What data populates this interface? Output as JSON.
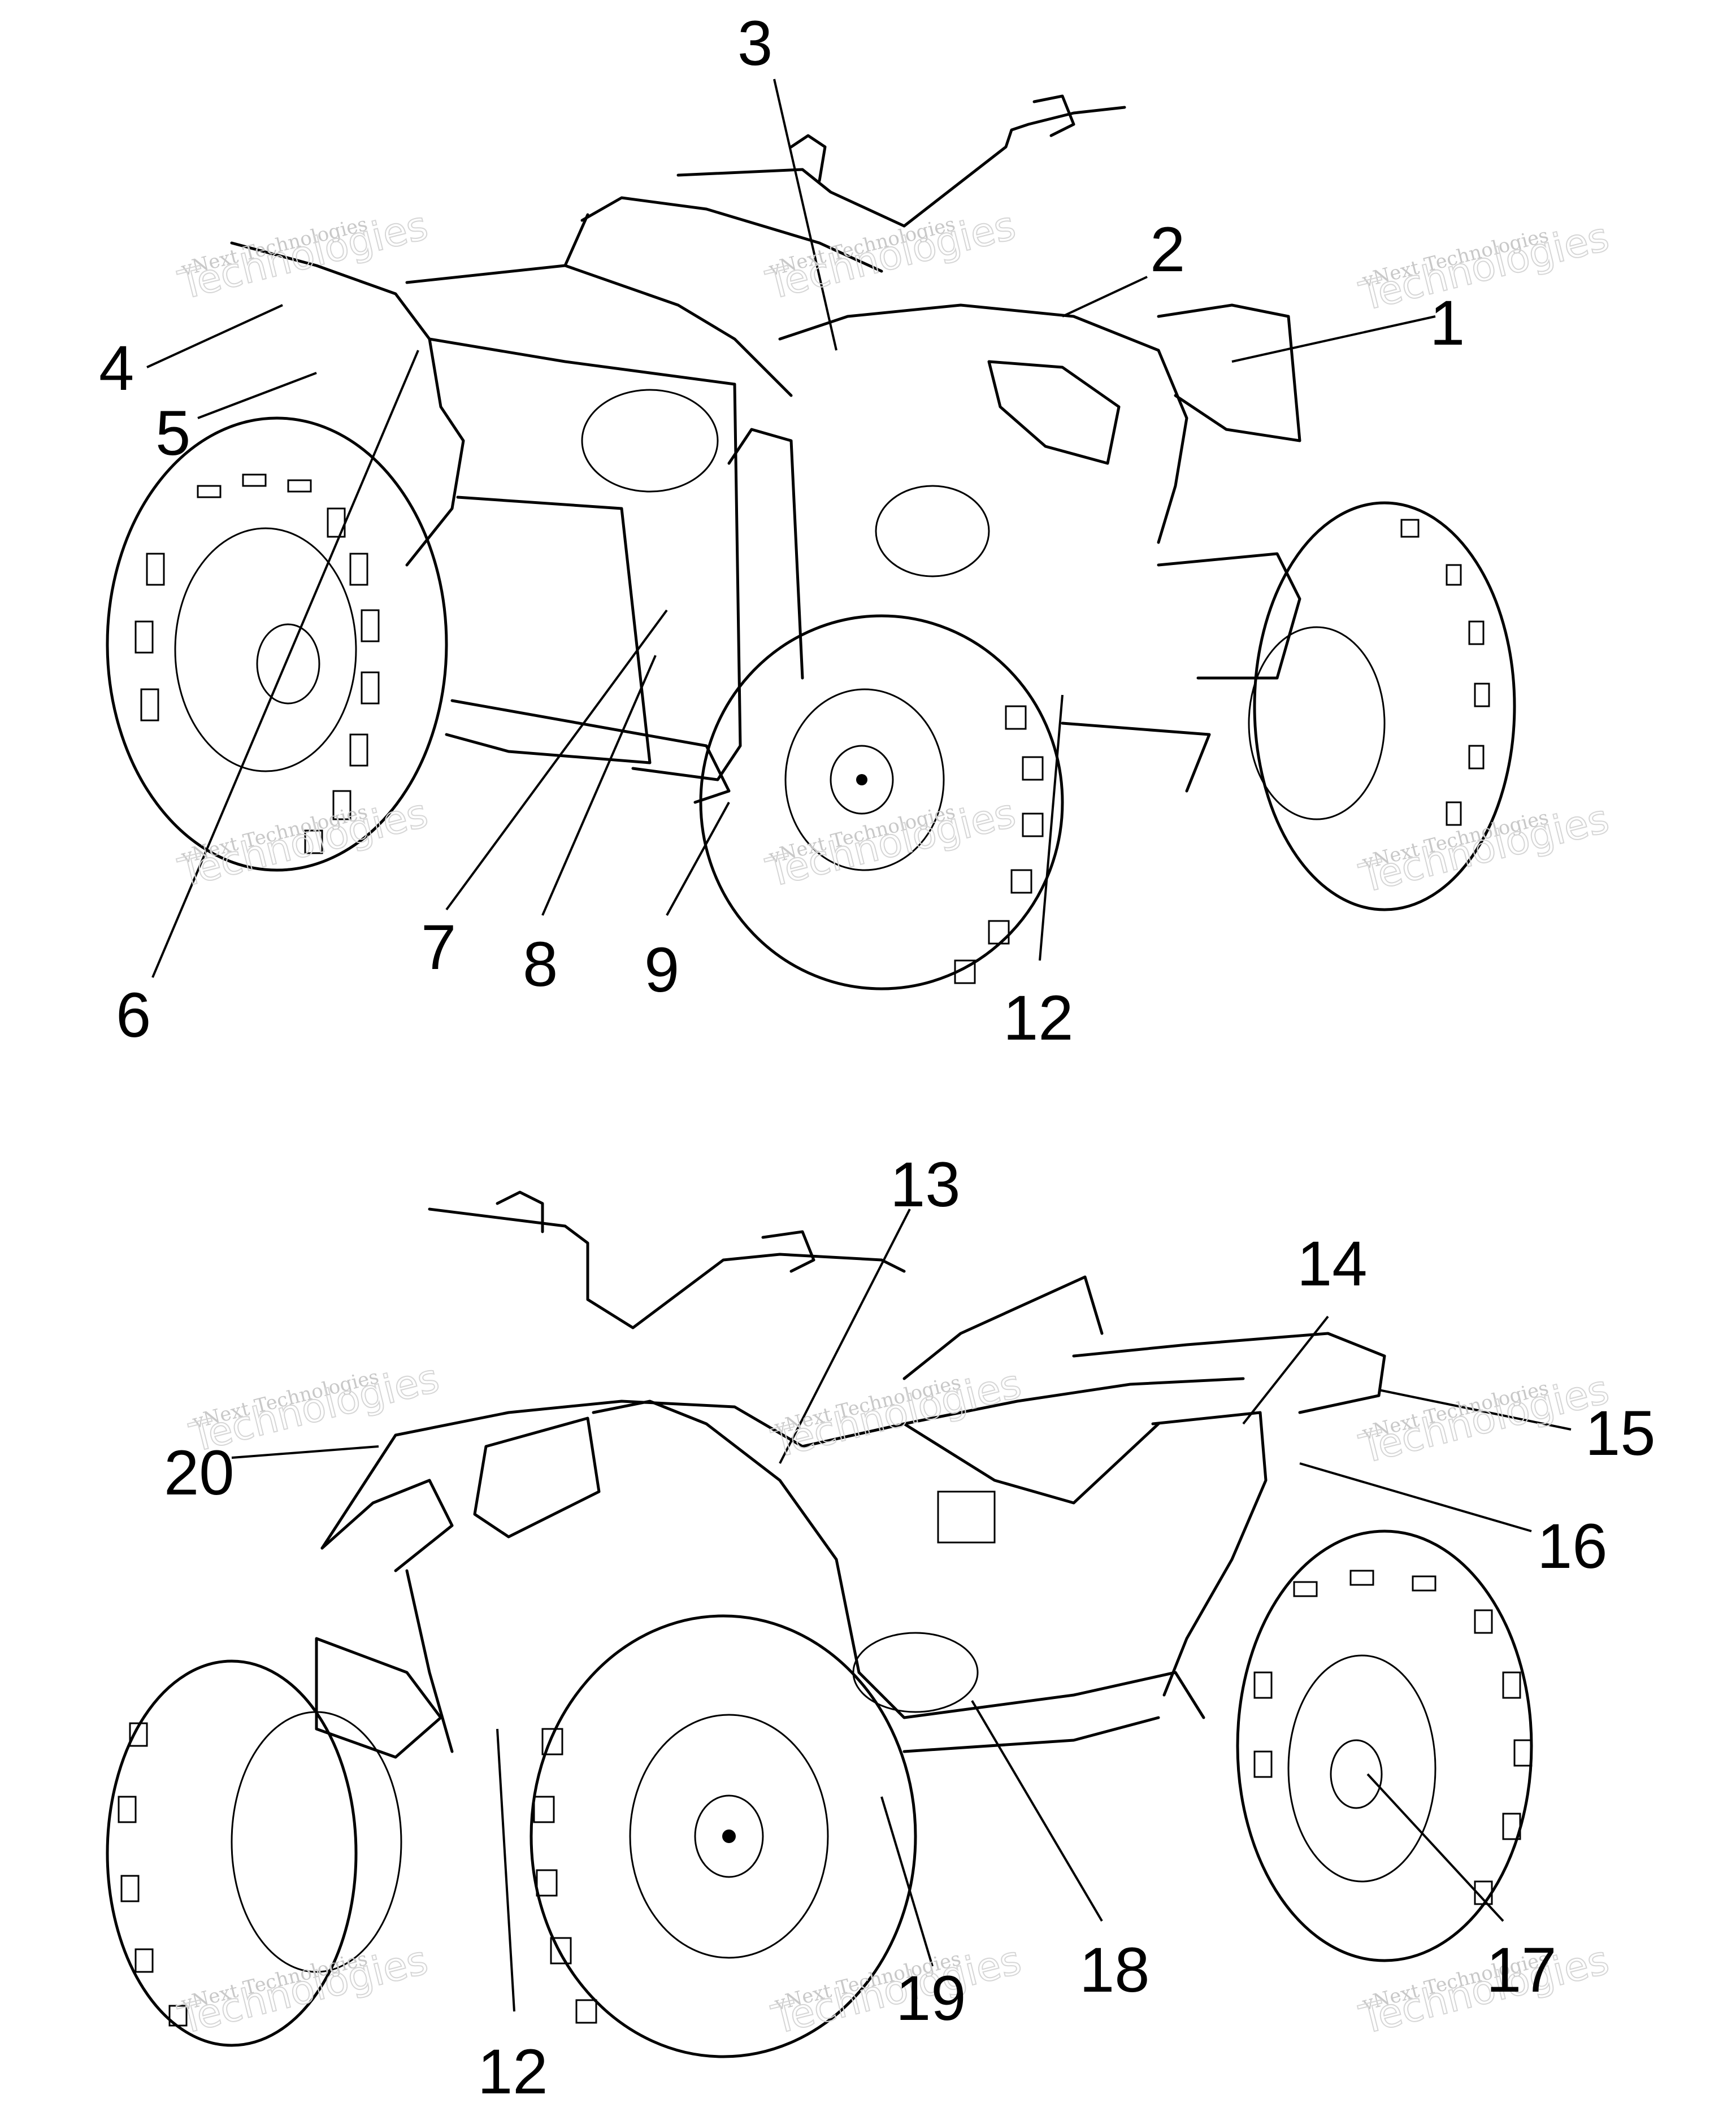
{
  "watermark": {
    "line1": "vNext Technologies",
    "line2": "Technologies",
    "small": "vNext"
  },
  "callouts": {
    "c1": "1",
    "c2": "2",
    "c3": "3",
    "c4": "4",
    "c5": "5",
    "c6": "6",
    "c7": "7",
    "c8": "8",
    "c9": "9",
    "c12a": "12",
    "c13": "13",
    "c14": "14",
    "c15": "15",
    "c16": "16",
    "c17": "17",
    "c18": "18",
    "c19": "19",
    "c20": "20",
    "c12b": "12"
  },
  "colors": {
    "line": "#000000",
    "background": "#ffffff",
    "watermark": "#c8c8c8"
  }
}
